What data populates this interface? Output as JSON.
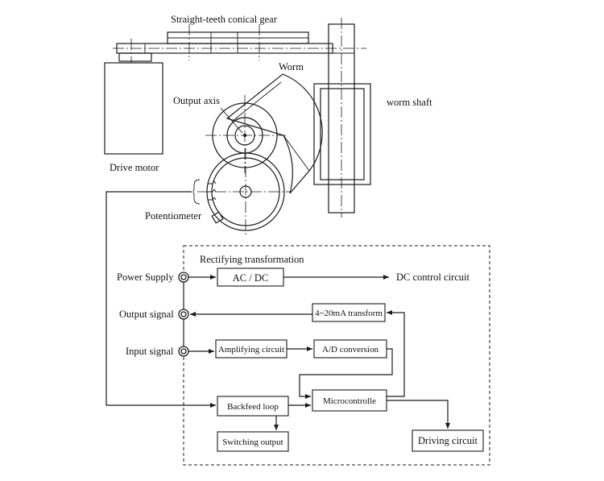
{
  "labels": {
    "gear": "Straight-teeth conical gear",
    "worm": "Worm",
    "output_axis": "Output axis",
    "worm_shaft": "worm shaft",
    "drive_motor": "Drive motor",
    "potentiometer": "Potentiometer",
    "rectifying": "Rectifying transformation",
    "power_supply": "Power Supply",
    "output_signal": "Output signal",
    "input_signal": "Input signal",
    "dc_control": "DC control circuit"
  },
  "blocks": {
    "acdc": "AC / DC",
    "transform": "4~20mA transform",
    "amplifying": "Amplifying circuit",
    "ad": "A/D conversion",
    "micro": "Microcontrolle",
    "backfeed": "Backfeed loop",
    "switching": "Switching output",
    "driving": "Driving circuit"
  }
}
